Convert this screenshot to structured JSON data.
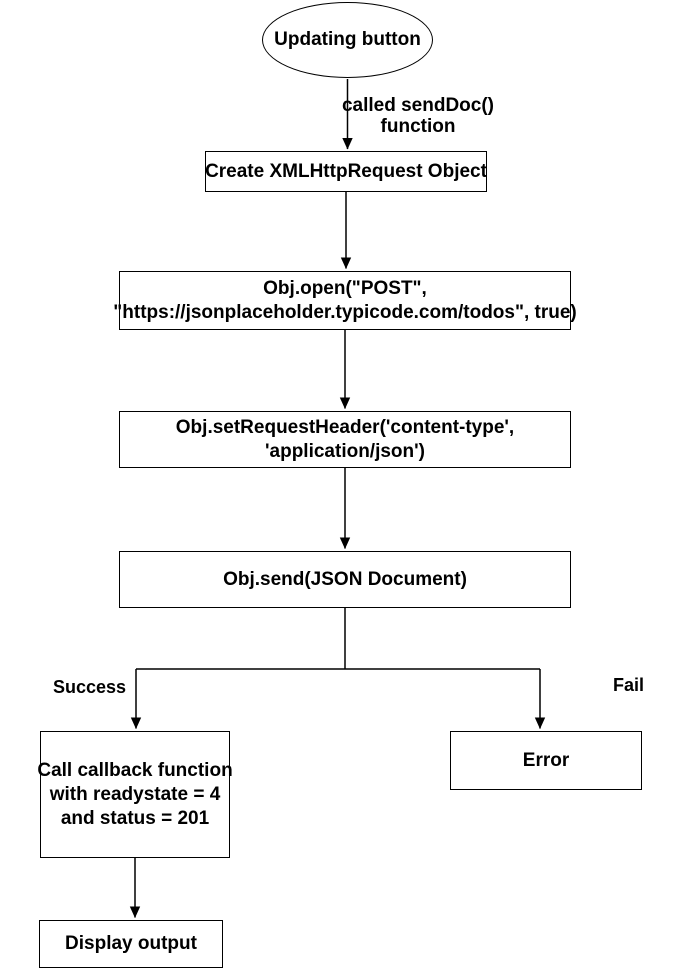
{
  "colors": {
    "stroke": "#000000",
    "background": "#ffffff",
    "text": "#000000"
  },
  "flowchart": {
    "nodes": {
      "start": {
        "shape": "ellipse",
        "label": "Updating button"
      },
      "create_xhr": {
        "shape": "rect",
        "label": "Create XMLHttpRequest Object"
      },
      "open_request": {
        "shape": "rect",
        "label": "Obj.open(\"POST\",\n\"https://jsonplaceholder.typicode.com/todos\", true)"
      },
      "set_header": {
        "shape": "rect",
        "label": "Obj.setRequestHeader('content-type',\n'application/json')"
      },
      "send": {
        "shape": "rect",
        "label": "Obj.send(JSON Document)"
      },
      "callback": {
        "shape": "rect",
        "label": "Call callback function\nwith readystate = 4\nand status = 201"
      },
      "error": {
        "shape": "rect",
        "label": "Error"
      },
      "display_output": {
        "shape": "rect",
        "label": "Display output"
      }
    },
    "edge_labels": {
      "send_doc": "called sendDoc()\nfunction",
      "success": "Success",
      "fail": "Fail"
    }
  }
}
